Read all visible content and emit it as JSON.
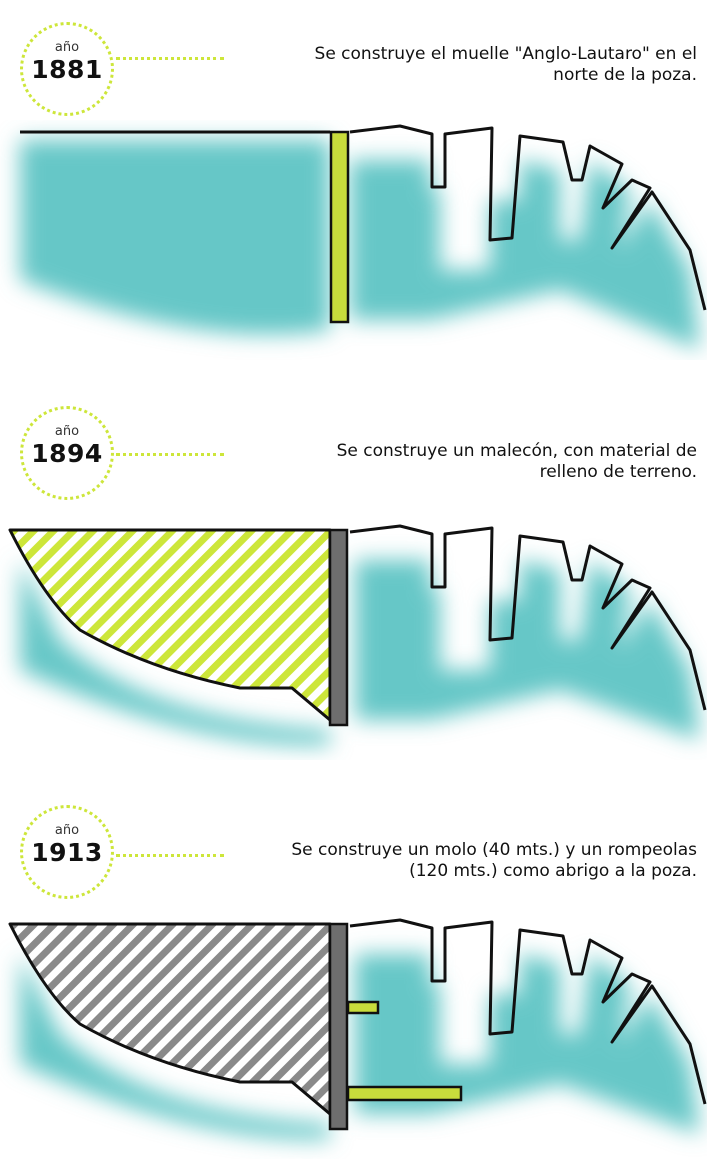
{
  "panels": [
    {
      "label": "año",
      "year": "1881",
      "caption_line1": "Se construye el muelle \"Anglo-Lautaro\" en el",
      "caption_line2": "norte de la poza."
    },
    {
      "label": "año",
      "year": "1894",
      "caption_line1": "Se construye un malecón, con material de",
      "caption_line2": "relleno de terreno."
    },
    {
      "label": "año",
      "year": "1913",
      "caption_line1": "Se construye un molo (40 mts.) y un rompeolas",
      "caption_line2": "(120 mts.) como abrigo a la poza."
    }
  ],
  "colors": {
    "water": "#66c7c7",
    "accent": "#cde63a",
    "pier": "#c8dc3c",
    "wall": "#6e6e6e",
    "coast": "#111111"
  }
}
